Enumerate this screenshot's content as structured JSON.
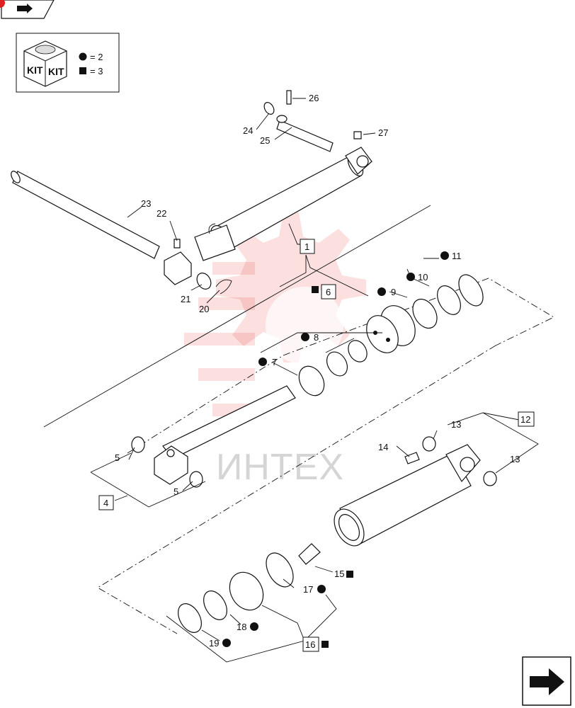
{
  "header": {
    "nav_icon": "next-page-arrow-icon"
  },
  "legend": {
    "kit_label_left": "KIT",
    "kit_label_right": "KIT",
    "circle_line": "= 2",
    "square_line": "= 3"
  },
  "callouts": {
    "c1": "1",
    "c4": "4",
    "c5a": "5",
    "c5b": "5",
    "c6": "6",
    "c7": "7",
    "c8": "8",
    "c9": "9",
    "c10": "10",
    "c11": "11",
    "c12": "12",
    "c13a": "13",
    "c13b": "13",
    "c14": "14",
    "c15": "15",
    "c16": "16",
    "c17": "17",
    "c18": "18",
    "c19": "19",
    "c20": "20",
    "c21": "21",
    "c22": "22",
    "c23": "23",
    "c24": "24",
    "c25": "25",
    "c26": "26",
    "c27": "27"
  },
  "watermark": {
    "text": "ИНТЕХ",
    "color": "#e8403a"
  },
  "footer": {
    "nav_icon": "next-page-arrow-icon"
  }
}
